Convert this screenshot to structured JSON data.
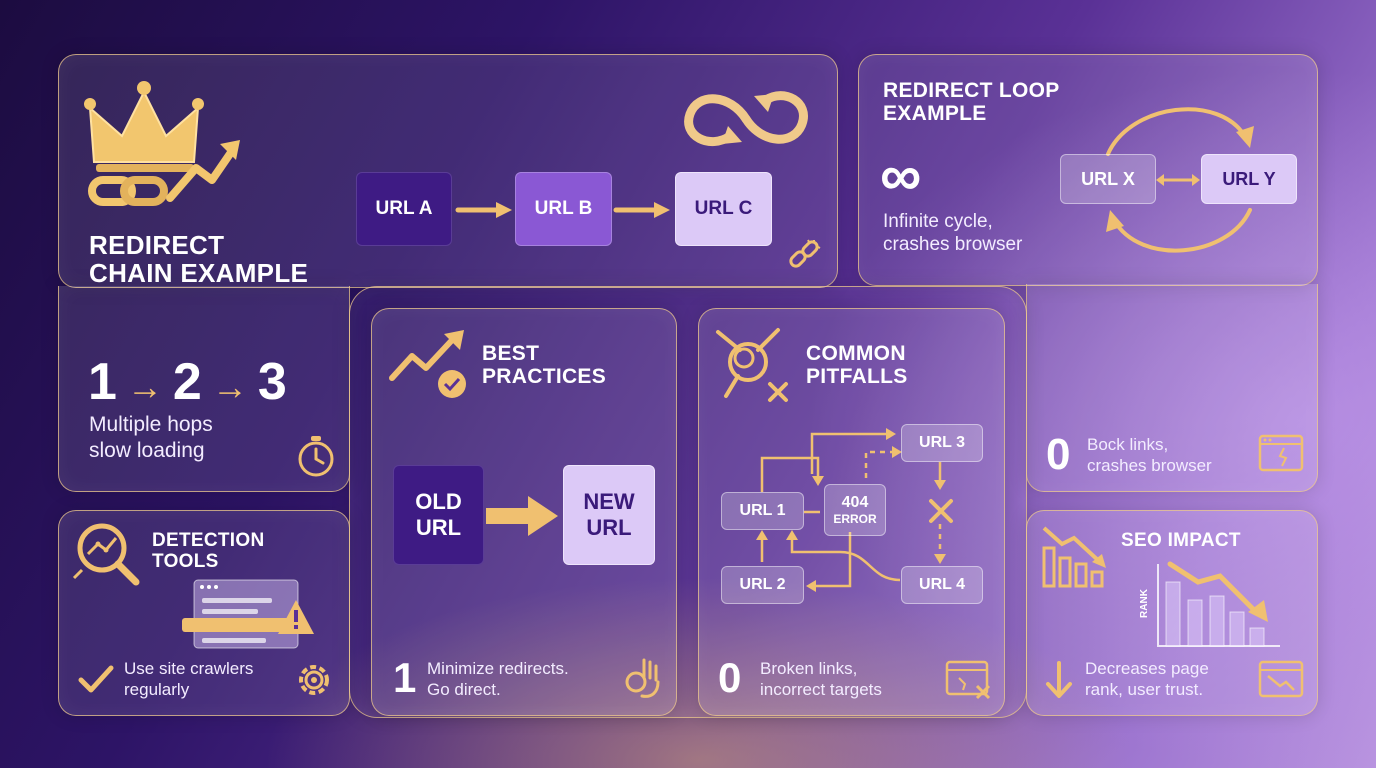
{
  "chain": {
    "title_line1": "REDIRECT",
    "title_line2": "CHAIN EXAMPLE",
    "url_a": "URL A",
    "url_b": "URL B",
    "url_c": "URL C",
    "seq_1": "1",
    "seq_2": "2",
    "seq_3": "3",
    "arrow": "→",
    "desc_line1": "Multiple hops",
    "desc_line2": "slow loading"
  },
  "loop": {
    "title_line1": "REDIRECT LOOP",
    "title_line2": "EXAMPLE",
    "infinity": "∞",
    "desc_line1": "Infinite cycle,",
    "desc_line2": "crashes browser",
    "url_x": "URL X",
    "url_y": "URL Y",
    "bottom_num": "0",
    "bottom_line1": "Bock links,",
    "bottom_line2": "crashes browser"
  },
  "best": {
    "title_line1": "BEST",
    "title_line2": "PRACTICES",
    "old_line1": "OLD",
    "old_line2": "URL",
    "new_line1": "NEW",
    "new_line2": "URL",
    "num": "1",
    "desc_line1": "Minimize redirects.",
    "desc_line2": "Go direct."
  },
  "pitfalls": {
    "title_line1": "COMMON",
    "title_line2": "PITFALLS",
    "url1": "URL 1",
    "url2": "URL 2",
    "url3": "URL 3",
    "url4": "URL 4",
    "err_line1": "404",
    "err_line2": "ERROR",
    "num": "0",
    "desc_line1": "Broken links,",
    "desc_line2": "incorrect targets"
  },
  "detection": {
    "title_line1": "DETECTION",
    "title_line2": "TOOLS",
    "desc_line1": "Use site crawlers",
    "desc_line2": "regularly"
  },
  "seo": {
    "title": "SEO IMPACT",
    "rank_label": "RANK",
    "desc_line1": "Decreases page",
    "desc_line2": "rank, user trust."
  },
  "colors": {
    "gold": "#f0c070",
    "dark_purple": "#3e1b84",
    "mid_purple": "#8a58d4",
    "light_purple": "#dcc9f7"
  }
}
